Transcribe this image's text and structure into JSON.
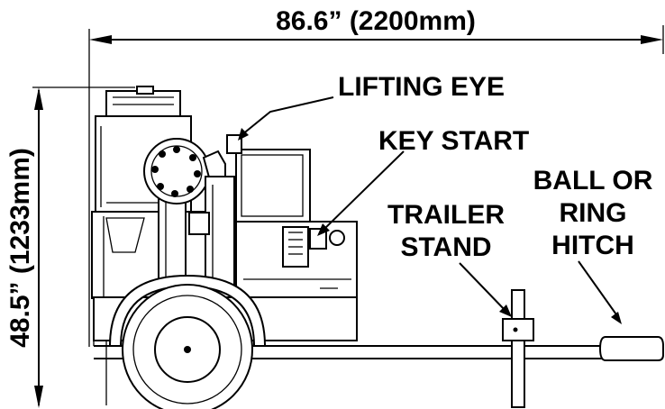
{
  "dimensions": {
    "width_label": "86.6”  (2200mm)",
    "height_label": "48.5”  (1233mm)"
  },
  "callouts": {
    "lifting_eye": "LIFTING EYE",
    "key_start": "KEY START",
    "trailer_stand_line1": "TRAILER",
    "trailer_stand_line2": "STAND",
    "hitch_line1": "BALL OR",
    "hitch_line2": "RING",
    "hitch_line3": "HITCH"
  }
}
